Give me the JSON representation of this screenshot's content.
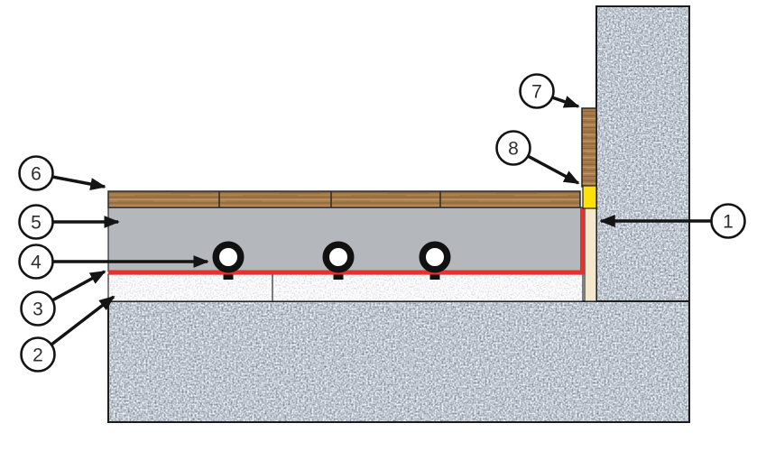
{
  "callouts": [
    {
      "label": "1"
    },
    {
      "label": "2"
    },
    {
      "label": "3"
    },
    {
      "label": "4"
    },
    {
      "label": "5"
    },
    {
      "label": "6"
    },
    {
      "label": "7"
    },
    {
      "label": "8"
    }
  ],
  "pipes": {
    "count": 3
  },
  "colors": {
    "background": "#ffffff",
    "outline": "#1c1c1c",
    "concrete_speckle_base": "#c3c7cd",
    "screed_gray": "#b4b8bd",
    "insulation_white": "#ececec",
    "foil_red": "#e8312b",
    "sealant_yellow": "#ffe10a",
    "edge_strip_beige": "#f4e9cd",
    "wood_brown": "#aa7e4d",
    "pipe_black": "#111111"
  }
}
